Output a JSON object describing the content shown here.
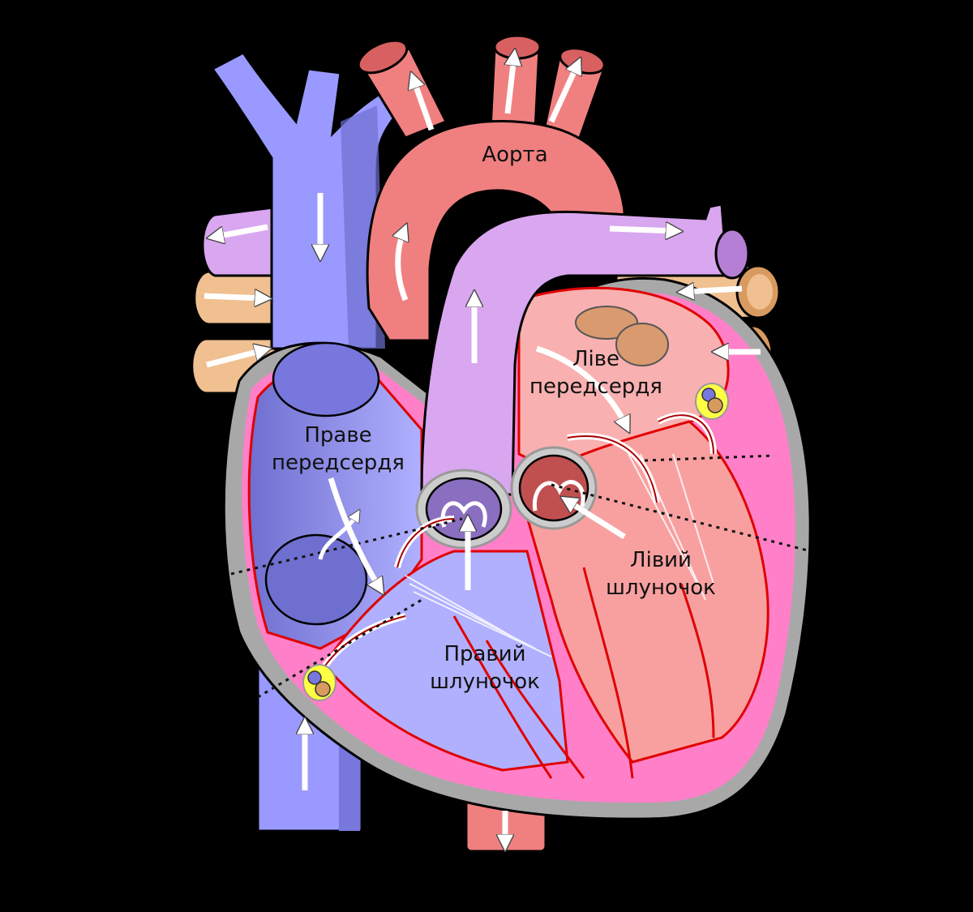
{
  "diagram": {
    "labels": {
      "aorta": "Аорта",
      "left_atrium_1": "Ліве",
      "left_atrium_2": "передсердя",
      "right_atrium_1": "Праве",
      "right_atrium_2": "передсердя",
      "left_ventricle_1": "Лівий",
      "left_ventricle_2": "шлуночок",
      "right_ventricle_1": "Правий",
      "right_ventricle_2": "шлуночок"
    },
    "colors": {
      "background": "#000000",
      "venous_blue": "#9999ff",
      "venous_blue_dark": "#6f6fd8",
      "aorta_red": "#f08080",
      "aorta_red_dark": "#d96060",
      "pulmonary_purple": "#d9a6f0",
      "pulmonary_vein_tan": "#f0c090",
      "heart_wall_pink": "#ff80c8",
      "heart_wall_gray": "#a0a0a0",
      "septum_red": "#e00000",
      "node_yellow": "#ffff44"
    }
  }
}
